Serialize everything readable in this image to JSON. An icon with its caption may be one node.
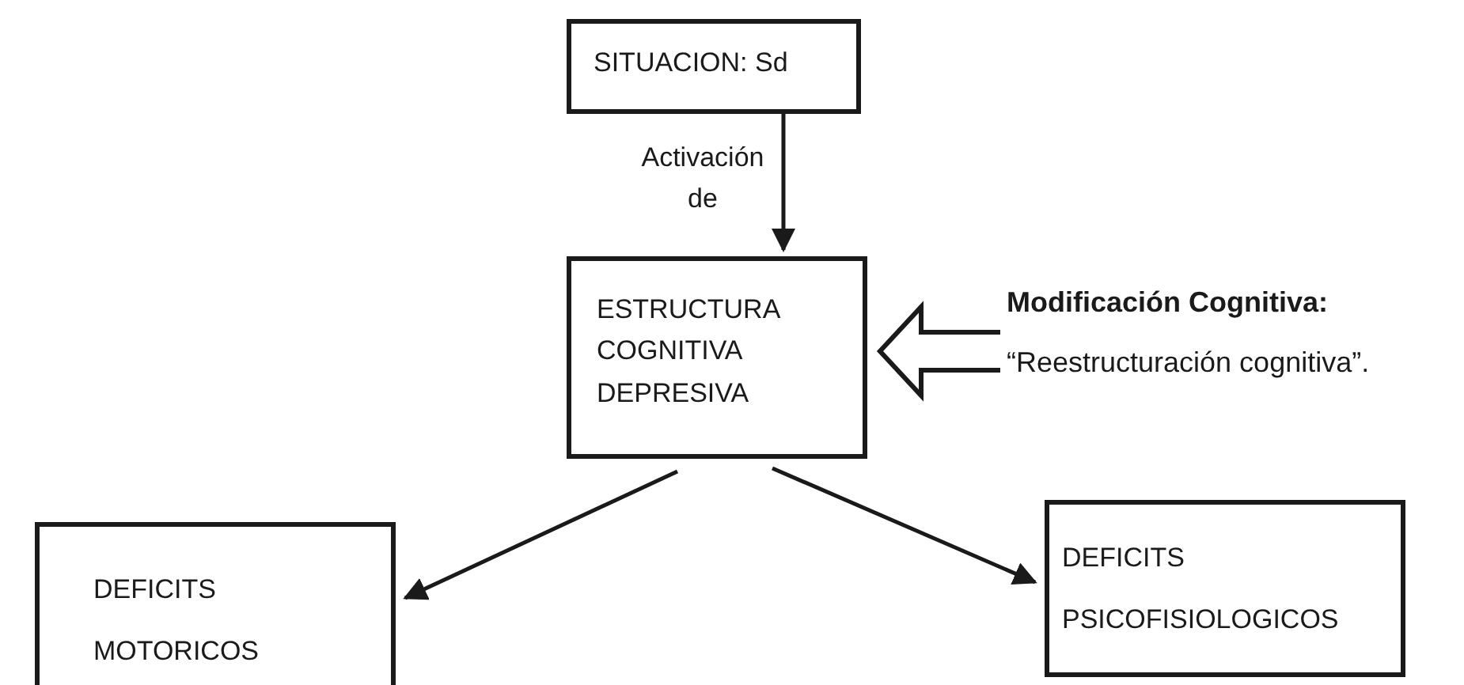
{
  "diagram": {
    "nodes": [
      {
        "text": [
          "SITUACION: Sd"
        ]
      },
      {
        "text": [
          "ESTRUCTURA COGNITIVA DEPRESIVA"
        ]
      },
      {
        "text": [
          "Modificación Cognitiva:",
          "“Reestructuración cognitiva”."
        ]
      },
      {
        "text": [
          "DEFICITS MOTORICOS"
        ]
      },
      {
        "text": [
          "DEFICITS PSICOFISIOLOGICOS"
        ]
      }
    ],
    "edges": [
      {
        "from": 0,
        "to": 1,
        "arrow": "to",
        "label": "Activación de"
      },
      {
        "from": 2,
        "to": 1,
        "arrow": "to",
        "style": "thick"
      },
      {
        "from": 1,
        "to": 3,
        "arrow": "to"
      },
      {
        "from": 1,
        "to": 4,
        "arrow": "to"
      }
    ]
  }
}
